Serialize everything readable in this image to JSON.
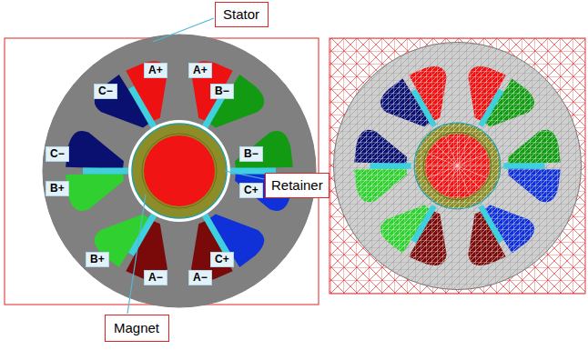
{
  "diagram": {
    "nodes": [
      {
        "text": [
          "Stator"
        ]
      },
      {
        "text": [
          "Retainer"
        ]
      },
      {
        "text": [
          "Magnet"
        ]
      }
    ],
    "labels": [
      "A+",
      "A+",
      "C−",
      "B−",
      "C−",
      "B−",
      "B+",
      "C+",
      "B+",
      "C+",
      "A−",
      "A−"
    ]
  }
}
